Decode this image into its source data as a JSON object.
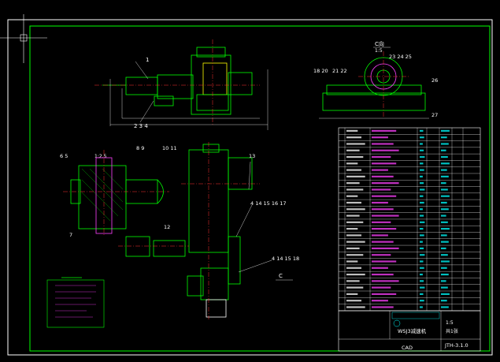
{
  "view_labels": {
    "c_view": "C向",
    "c_scale": "1:5",
    "detail_scale": "1:2.5",
    "section_c": "C"
  },
  "part_callouts": {
    "top_1": "1",
    "top_2_3_4": "2  3  4",
    "c_18_20": "18  20",
    "c_21_22": "21  22",
    "c_23_25": "23  24  25",
    "c_26": "26",
    "c_27": "27",
    "d_6_5": "6  5",
    "d_8_9": "8  9",
    "d_10_11": "10  11",
    "d_7": "7",
    "d_12": "12",
    "s_13": "13",
    "s_4_17": "4  14  15 16  17",
    "s_4_18": "4  14  15 18"
  },
  "title_block": {
    "drawing_name": "WSJ3减速机",
    "drawing_no": "JTH-3.1.0",
    "scale": "1:5",
    "sheet": "共1张",
    "footer_left": "CAD"
  },
  "colors": {
    "background": "#000000",
    "frame": "#ffffff",
    "border": "#00ff00",
    "part": "#00ff00",
    "center": "#ff3030",
    "yellow": "#ffff00",
    "cyan": "#00ffff",
    "blue": "#5050ff",
    "magenta": "#ff40ff"
  }
}
